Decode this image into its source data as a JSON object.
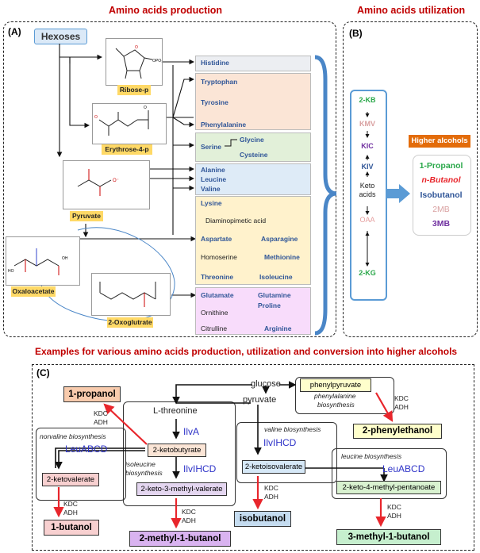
{
  "titles": {
    "production": "Amino acids production",
    "utilization": "Amino acids utilization",
    "examples": "Examples for various amino acids production, utilization and conversion into higher alcohols"
  },
  "panel_a": {
    "label": "(A)",
    "hexoses": "Hexoses",
    "ribose": "Ribose-p",
    "erythrose": "Erythrose-4-p",
    "pyruvate": "Pyruvate",
    "oxaloacetate": "Oxaloacetate",
    "oxoglutrate": "2-Oxoglutrate",
    "groups": {
      "histidine": [
        "Histidine"
      ],
      "aromatic": [
        "Tryptophan",
        "Tyrosine",
        "Phenylalanine"
      ],
      "serine": {
        "root": "Serine",
        "products": [
          "Glycine",
          "Cysteine"
        ]
      },
      "pyruvate_family": [
        "Alanine",
        "Leucine",
        "Valine"
      ],
      "aspartate_family": {
        "lysine": "Lysine",
        "dap": "Diaminopimetic acid",
        "aspartate": "Aspartate",
        "asparagine": "Asparagine",
        "homoserine": "Homoserine",
        "methionine": "Methionine",
        "threonine": "Threonine",
        "isoleucine": "Isoleucine"
      },
      "glutamate_family": {
        "glutamate": "Glutamate",
        "glutamine": "Glutamine",
        "proline": "Proline",
        "ornithine": "Ornithine",
        "citrulline": "Citrulline",
        "arginine": "Arginine"
      }
    }
  },
  "panel_b": {
    "label": "(B)",
    "keto": {
      "kb": "2-KB",
      "kmv": "KMV",
      "kic": "KIC",
      "kiv": "KIV",
      "keto_acids_1": "Keto",
      "keto_acids_2": "acids",
      "oaa": "OAA",
      "kg": "2-KG"
    },
    "higher_alcohols_title": "Higher alcohols",
    "alcohols": [
      "1-Propanol",
      "n-Butanol",
      "Isobutanol",
      "2MB",
      "3MB"
    ]
  },
  "panel_c": {
    "label": "(C)",
    "glucose": "glucose",
    "pyruvate": "pyruvate",
    "l_threonine": "L-threonine",
    "phenylpyruvate": "phenylpyruvate",
    "phe_bio_1": "phenylalanine",
    "phe_bio_2": "biosynthesis",
    "kdc": "KDC",
    "adh": "ADH",
    "one_propanol": "1-propanol",
    "two_phenylethanol": "2-phenylethanol",
    "ilva": "IlvA",
    "ilvihcd": "IlvIHCD",
    "leuabcd": "LeuABCD",
    "ketobutyrate": "2-ketobutyrate",
    "ketovalerate": "2-ketovalerate",
    "keto3mv": "2-keto-3-methyl-valerate",
    "ketoisovalerate": "2-ketoisovalerate",
    "keto4mp": "2-keto-4-methyl-pentanoate",
    "norvaline_bio": "norvaline biosynthesis",
    "isoleucine_bio_1": "isoleucine",
    "isoleucine_bio_2": "biosynthesis",
    "valine_bio": "valine biosynthesis",
    "leucine_bio": "leucine biosynthesis",
    "one_butanol": "1-butanol",
    "two_methyl_butanol": "2-methyl-1-butanol",
    "isobutanol": "isobutanol",
    "three_methyl_butanol": "3-methyl-1-butanol"
  },
  "colors": {
    "title_red": "#c00000",
    "aa_blue": "#2f5597",
    "label_yellow": "#ffd966",
    "arrow_red": "#e8262c",
    "brace_blue": "#4a86c7",
    "enzyme_blue": "#2e33c8"
  }
}
